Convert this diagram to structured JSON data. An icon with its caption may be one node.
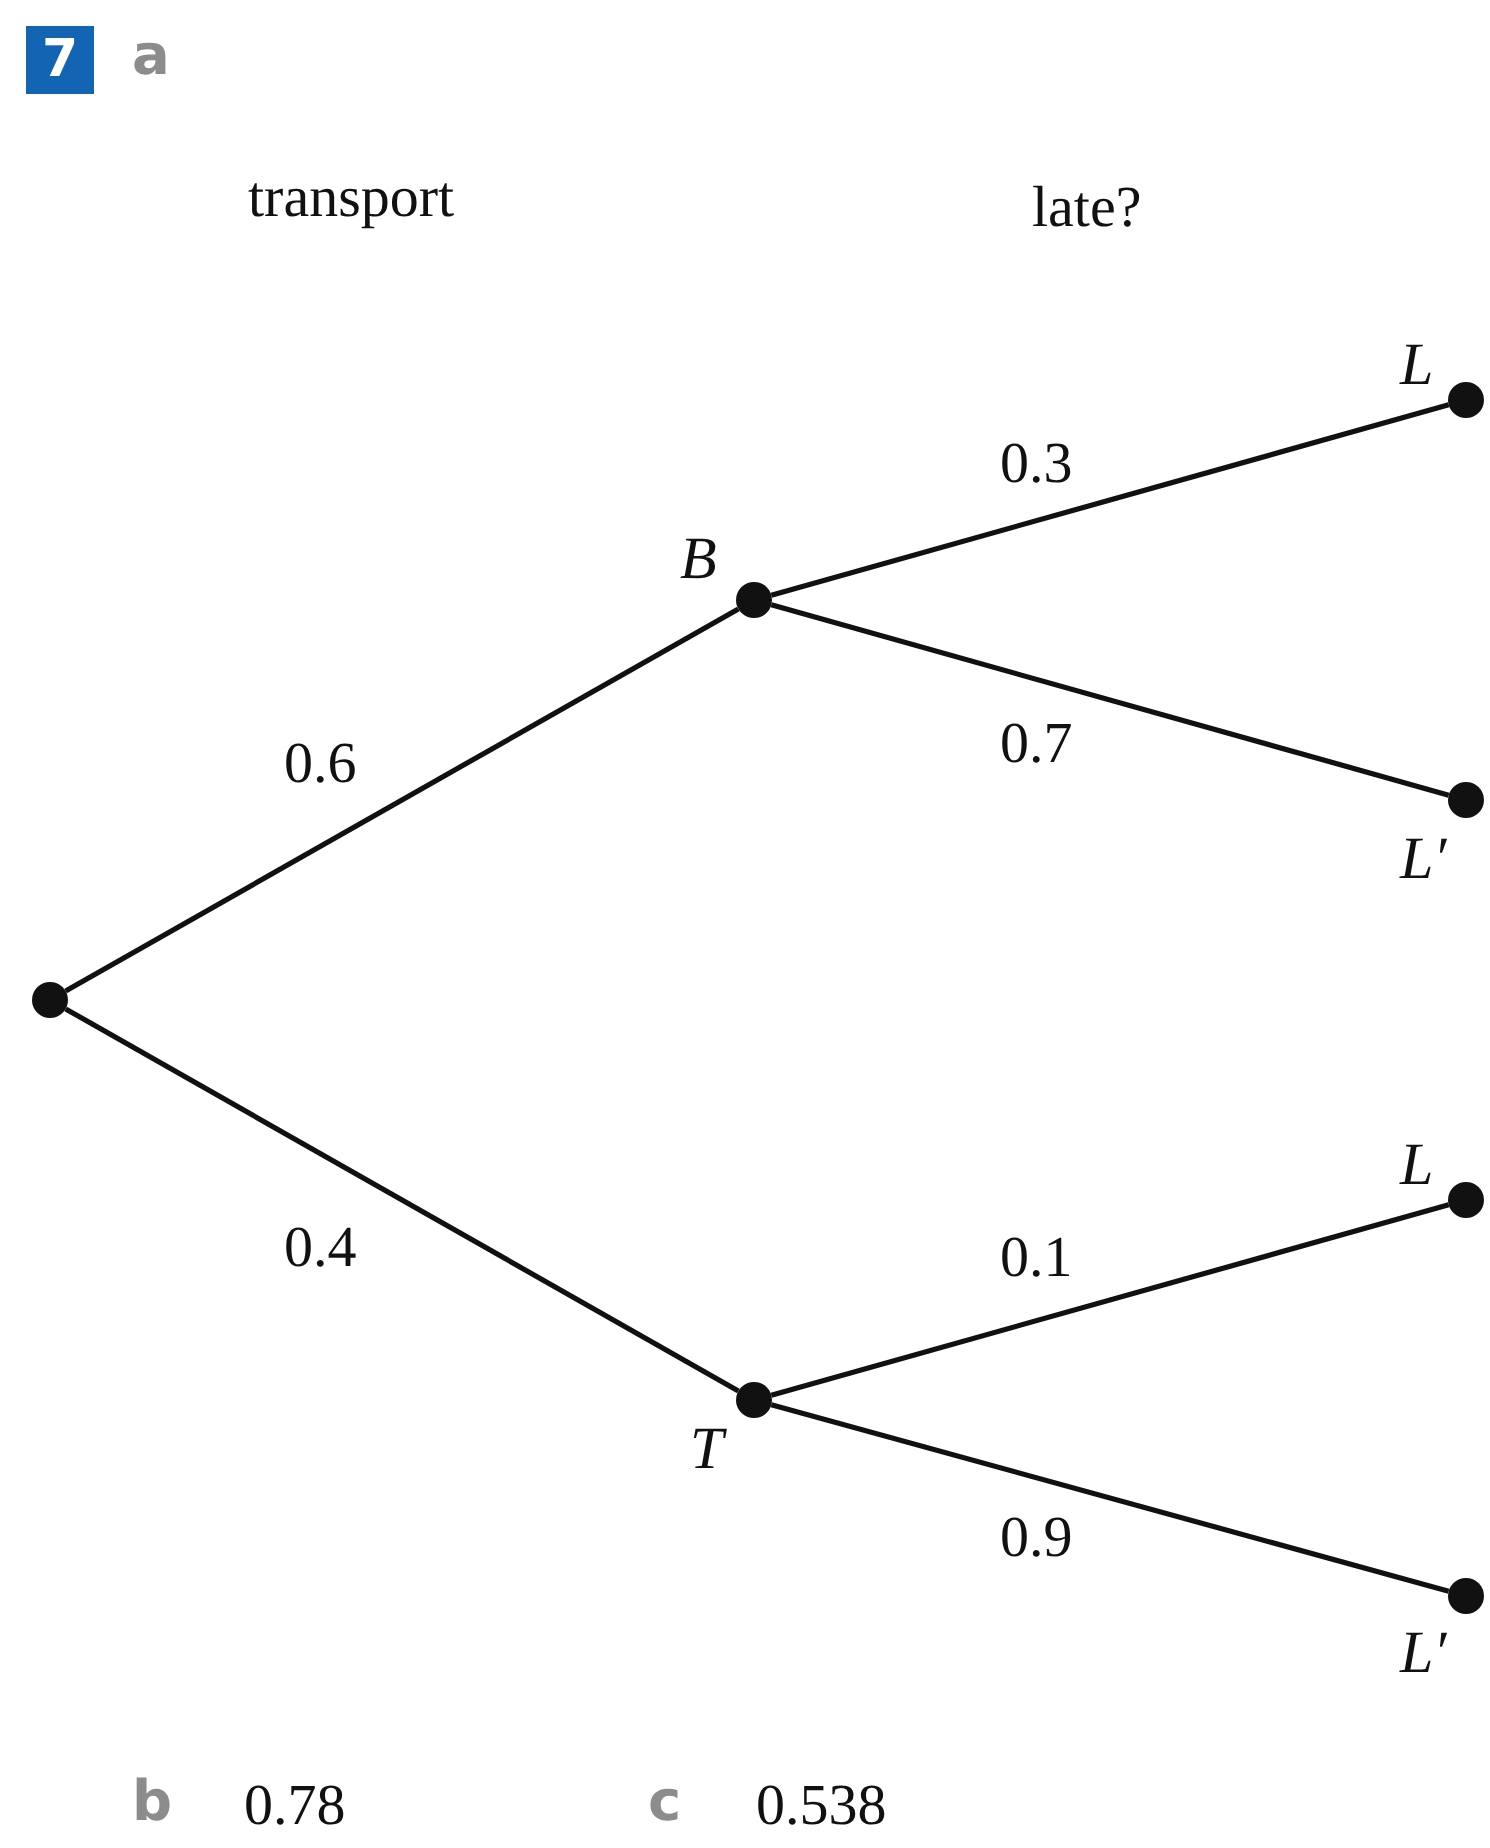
{
  "diagram": {
    "nodes": [
      {
        "text": [],
        "shape": "circle"
      },
      {
        "text": [
          "B"
        ]
      },
      {
        "text": [
          "T"
        ]
      },
      {
        "text": [
          "L"
        ]
      },
      {
        "text": [
          "L′"
        ]
      },
      {
        "text": [
          "L"
        ]
      },
      {
        "text": [
          "L′"
        ]
      }
    ],
    "edges": [
      {
        "from": 0,
        "to": 1,
        "arrow": "none",
        "label": "0.6"
      },
      {
        "from": 0,
        "to": 2,
        "arrow": "none",
        "label": "0.4"
      },
      {
        "from": 1,
        "to": 3,
        "arrow": "none",
        "label": "0.3"
      },
      {
        "from": 1,
        "to": 4,
        "arrow": "none",
        "label": "0.7"
      },
      {
        "from": 2,
        "to": 5,
        "arrow": "none",
        "label": "0.1"
      },
      {
        "from": 2,
        "to": 6,
        "arrow": "none",
        "label": "0.9"
      }
    ],
    "labels": [
      "7",
      "a",
      "transport",
      "late?",
      "b",
      "0.78",
      "c",
      "0.538"
    ]
  }
}
